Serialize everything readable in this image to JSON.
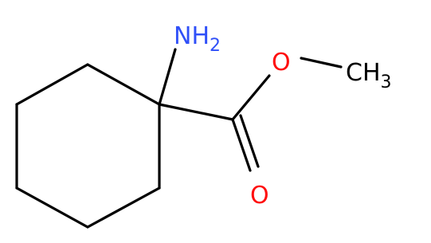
{
  "molecule": {
    "colors": {
      "bond": "#000000",
      "carbon_label": "#000000",
      "nitrogen": "#3050f8",
      "oxygen": "#ff0d0d"
    },
    "atoms": [
      {
        "id": "amine",
        "element": "N",
        "label": "NH",
        "subscript": "2"
      },
      {
        "id": "ester_oxygen",
        "element": "O",
        "label": "O"
      },
      {
        "id": "carbonyl_oxygen",
        "element": "O",
        "label": "O"
      },
      {
        "id": "methyl",
        "element": "C",
        "label": "CH",
        "subscript": "3"
      }
    ]
  }
}
